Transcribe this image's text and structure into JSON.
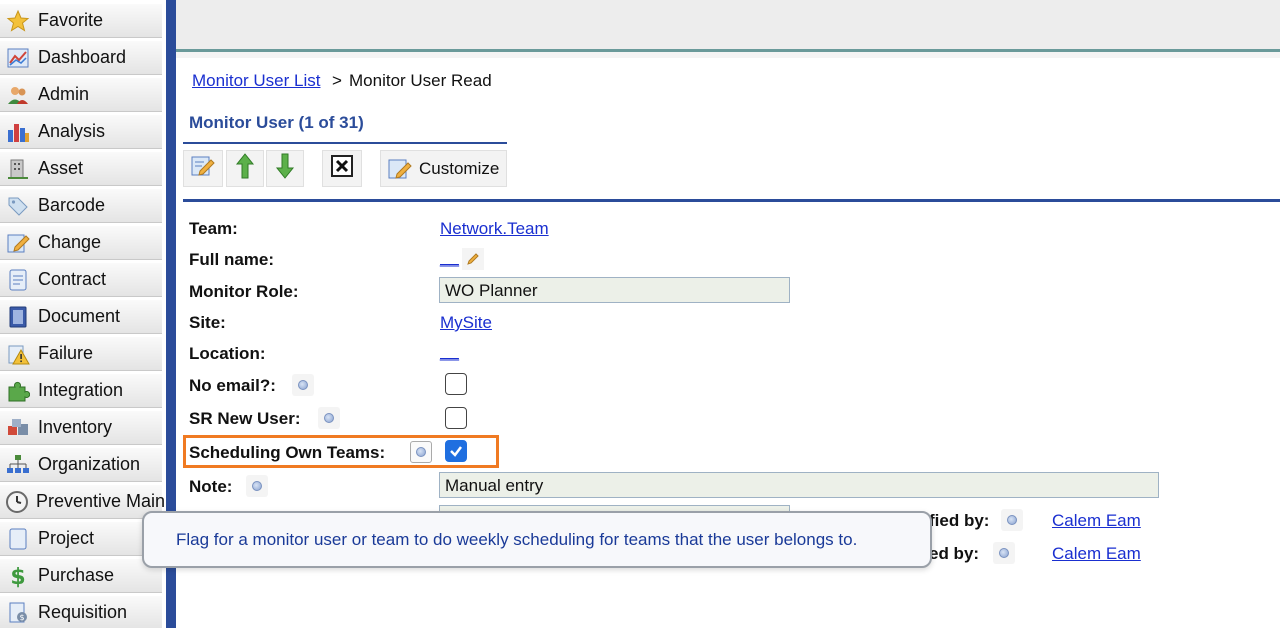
{
  "sidebar": {
    "items": [
      {
        "label": "Favorite",
        "icon": "star-icon"
      },
      {
        "label": "Dashboard",
        "icon": "dashboard-icon"
      },
      {
        "label": "Admin",
        "icon": "users-icon"
      },
      {
        "label": "Analysis",
        "icon": "bar-chart-icon"
      },
      {
        "label": "Asset",
        "icon": "building-icon"
      },
      {
        "label": "Barcode",
        "icon": "tag-icon"
      },
      {
        "label": "Change",
        "icon": "edit-icon"
      },
      {
        "label": "Contract",
        "icon": "page-icon"
      },
      {
        "label": "Document",
        "icon": "book-icon"
      },
      {
        "label": "Failure",
        "icon": "warning-icon"
      },
      {
        "label": "Integration",
        "icon": "puzzle-icon"
      },
      {
        "label": "Inventory",
        "icon": "boxes-icon"
      },
      {
        "label": "Organization",
        "icon": "org-chart-icon"
      },
      {
        "label": "Preventive Main",
        "icon": "clock-icon"
      },
      {
        "label": "Project",
        "icon": "file-icon"
      },
      {
        "label": "Purchase",
        "icon": "dollar-icon"
      },
      {
        "label": "Requisition",
        "icon": "requisition-icon"
      }
    ]
  },
  "breadcrumb": {
    "link": "Monitor User List",
    "separator": ">",
    "current": "Monitor User Read"
  },
  "record": {
    "title": "Monitor User (1 of 31)"
  },
  "toolbar": {
    "customize_label": "Customize"
  },
  "fields": {
    "team": {
      "label": "Team:",
      "value": "Network.Team"
    },
    "full_name": {
      "label": "Full name:",
      "value": "__"
    },
    "monitor_role": {
      "label": "Monitor Role:",
      "value": "WO Planner"
    },
    "site": {
      "label": "Site:",
      "value": "MySite"
    },
    "location": {
      "label": "Location:",
      "value": "__"
    },
    "no_email": {
      "label": "No email?:",
      "checked": false
    },
    "sr_new_user": {
      "label": "SR New User:",
      "checked": false
    },
    "scheduling_own_teams": {
      "label": "Scheduling Own Teams:",
      "checked": true
    },
    "note": {
      "label": "Note:",
      "value": "Manual entry"
    },
    "modified_by": {
      "label_partial": "fied by:",
      "value": "Calem Eam"
    },
    "created_by": {
      "label_partial": "ed by:",
      "value": "Calem Eam"
    }
  },
  "tooltip": {
    "text": "Flag for a monitor user or team to do weekly scheduling for teams that the user belongs to."
  },
  "colors": {
    "accent": "#2b4c9a",
    "highlight": "#f07a22",
    "link": "#1a2fd0",
    "checkbox": "#1f6fe0"
  }
}
